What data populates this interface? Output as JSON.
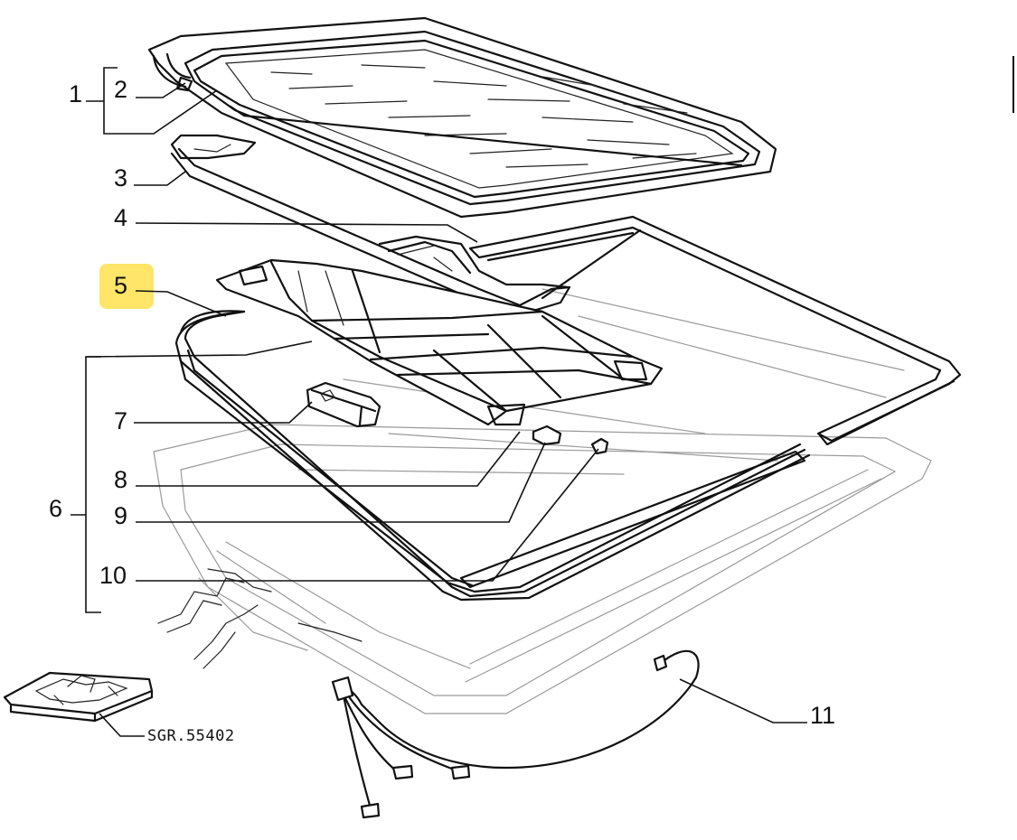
{
  "callouts": {
    "c1": "1",
    "c2": "2",
    "c3": "3",
    "c4": "4",
    "c5": "5",
    "c6": "6",
    "c7": "7",
    "c8": "8",
    "c9": "9",
    "c10": "10",
    "c11": "11"
  },
  "reference_code": "SGR.55402",
  "highlight_color": "#FFE14D"
}
